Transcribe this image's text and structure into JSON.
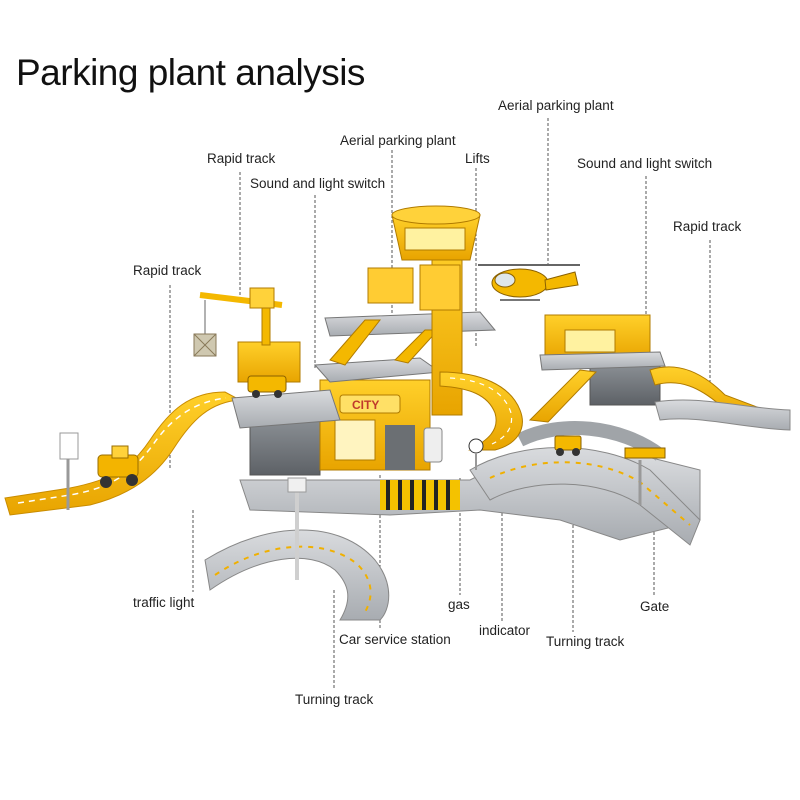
{
  "title": "Parking plant analysis",
  "labels": {
    "aerial_parking_plant_top": "Aerial parking plant",
    "aerial_parking_plant_mid": "Aerial parking plant",
    "rapid_track_1": "Rapid track",
    "lifts": "Lifts",
    "sound_light_switch_1": "Sound and light switch",
    "sound_light_switch_2": "Sound and light switch",
    "rapid_track_left": "Rapid track",
    "rapid_track_right": "Rapid track",
    "traffic_light": "traffic light",
    "gas": "gas",
    "gate": "Gate",
    "car_service_station": "Car service station",
    "indicator": "indicator",
    "turning_track_right": "Turning track",
    "turning_track_bottom": "Turning track"
  },
  "toy_signs": {
    "city": "CITY"
  },
  "colors": {
    "toy_yellow": "#f5b800",
    "toy_orange": "#e89a00",
    "track_grey": "#b9bcc0",
    "dark_grey": "#6e7378",
    "leader_line": "#555555"
  }
}
